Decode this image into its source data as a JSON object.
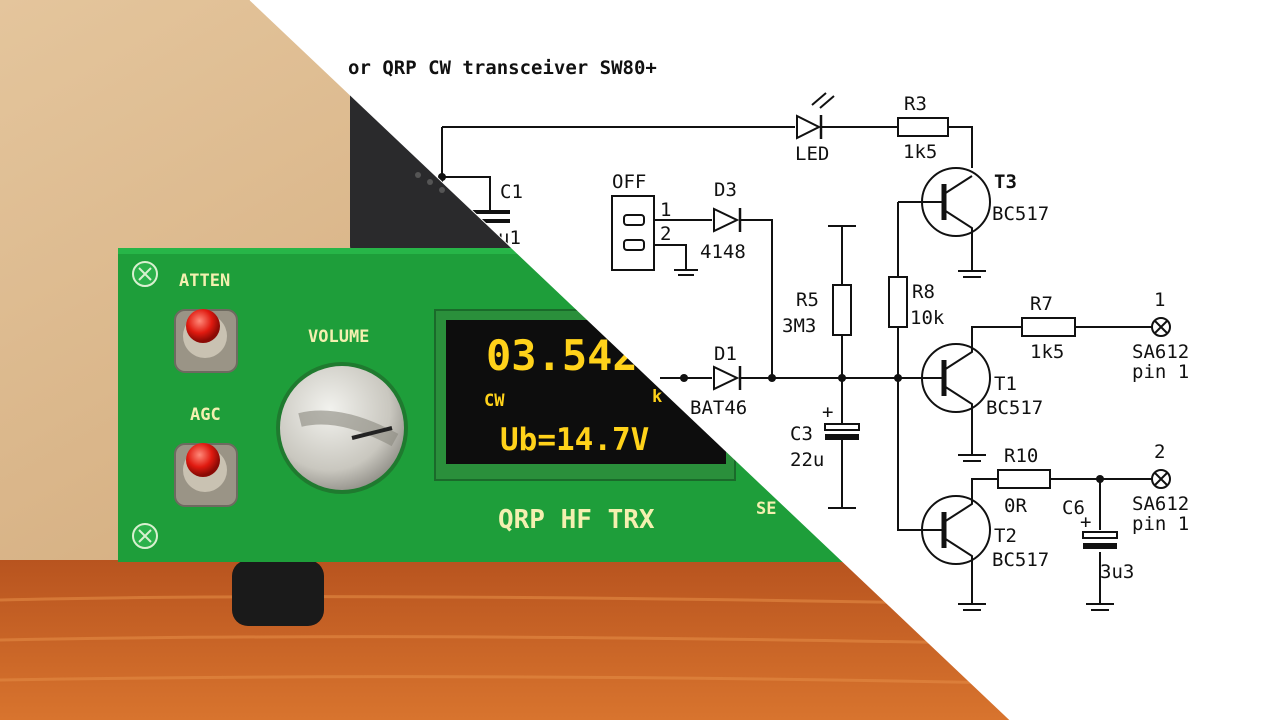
{
  "colors": {
    "pcb_green": "#1e9e3a",
    "oled_yellow": "#ffd21a",
    "wood": "#c8561c",
    "wall": "#d9b48a",
    "ink": "#111111"
  },
  "schematic": {
    "title_fragment": "or QRP CW transceiver SW80+",
    "components": {
      "r3": {
        "ref": "R3",
        "value": "1k5"
      },
      "led": {
        "ref": "LED"
      },
      "c1": {
        "ref": "C1",
        "value": "u1"
      },
      "switch": {
        "label": "OFF",
        "pin1": "1",
        "pin2": "2"
      },
      "d3": {
        "ref": "D3",
        "value": "4148"
      },
      "t3": {
        "ref": "T3",
        "value": "BC517"
      },
      "r5": {
        "ref": "R5",
        "value": "3M3"
      },
      "r8": {
        "ref": "R8",
        "value": "10k"
      },
      "r7": {
        "ref": "R7",
        "value": "1k5"
      },
      "d1": {
        "ref": "D1",
        "value": "BAT46"
      },
      "t1": {
        "ref": "T1",
        "value": "BC517"
      },
      "c3": {
        "ref": "C3",
        "value": "22u"
      },
      "r10": {
        "ref": "R10",
        "value": "0R"
      },
      "c6": {
        "ref": "C6",
        "value": "3u3"
      },
      "t2": {
        "ref": "T2",
        "value": "BC517"
      }
    },
    "outputs": [
      {
        "num": "1",
        "label1": "SA612",
        "label2": "pin 1"
      },
      {
        "num": "2",
        "label1": "SA612",
        "label2": "pin 1"
      }
    ],
    "polarity_mark": "+"
  },
  "device": {
    "labels": {
      "atten": "ATTEN",
      "agc": "AGC",
      "volume": "VOLUME",
      "brand": "QRP HF TRX",
      "set_fragment": "SE"
    },
    "display": {
      "frequency": "03.542",
      "mode": "CW",
      "unit_fragment": "k",
      "voltage": "Ub=14.7V"
    }
  }
}
